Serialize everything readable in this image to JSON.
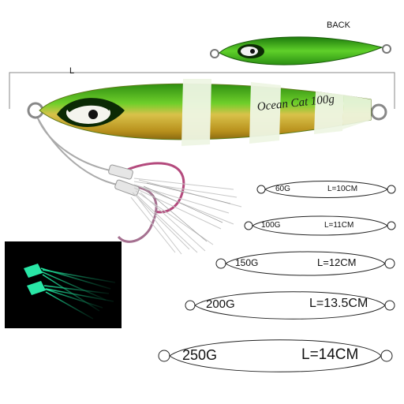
{
  "views": {
    "back_label": "BACK",
    "length_label": "L"
  },
  "lure": {
    "brand_text": "Ocean Cat  100g",
    "colors": {
      "green": "#3fae1f",
      "gold": "#c9a62a",
      "glow": "#eef6e4",
      "night_glow": "#29e6a6"
    }
  },
  "sizes": [
    {
      "weight": "60G",
      "length": "L=10CM"
    },
    {
      "weight": "100G",
      "length": "L=11CM"
    },
    {
      "weight": "150G",
      "length": "L=12CM"
    },
    {
      "weight": "200G",
      "length": "L=13.5CM"
    },
    {
      "weight": "250G",
      "length": "L=14CM"
    }
  ]
}
